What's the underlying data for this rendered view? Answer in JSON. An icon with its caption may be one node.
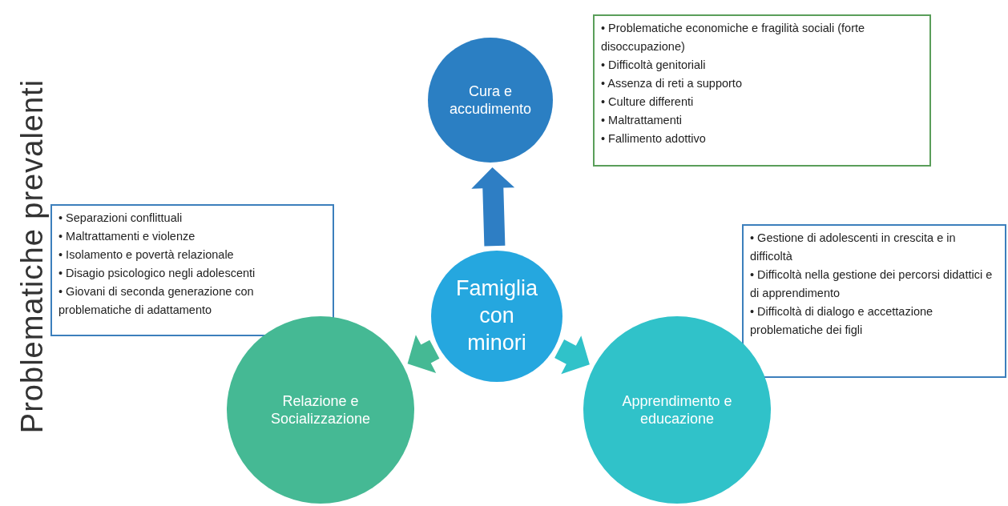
{
  "diagram": {
    "title": "Problematiche prevalenti",
    "nodes": [
      {
        "text": [
          "Cura e accudimento"
        ]
      },
      {
        "text": [
          "• Problematiche economiche e fragilità sociali (forte disoccupazione)",
          "• Difficoltà genitoriali",
          "• Assenza di reti a supporto",
          "• Culture differenti",
          "• Maltrattamenti",
          "• Fallimento adottivo"
        ]
      },
      {
        "text": [
          "• Separazioni conflittuali",
          "• Maltrattamenti e violenze",
          "• Isolamento e povertà relazionale",
          "• Disagio psicologico negli adolescenti",
          "• Giovani di seconda generazione con problematiche di adattamento"
        ]
      },
      {
        "text": [
          "Famiglia con minori"
        ]
      },
      {
        "text": [
          "• Gestione di adolescenti in crescita e in difficoltà",
          "• Difficoltà nella gestione dei percorsi didattici e di apprendimento",
          "• Difficoltà di dialogo e accettazione problematiche dei figli"
        ]
      },
      {
        "text": [
          "Relazione e Socializzazione"
        ]
      },
      {
        "text": [
          "Apprendimento e educazione"
        ]
      }
    ],
    "edges": [
      {
        "from": 3,
        "to": 0,
        "arrow": "to",
        "color": "#2e7ec4"
      },
      {
        "from": 3,
        "to": 5,
        "arrow": "to",
        "color": "#45b994"
      },
      {
        "from": 3,
        "to": 6,
        "arrow": "to",
        "color": "#30c2c9"
      }
    ]
  }
}
